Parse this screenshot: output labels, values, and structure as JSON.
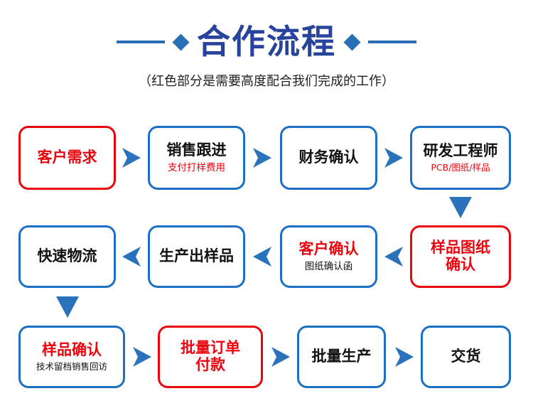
{
  "header": {
    "title": "合作流程",
    "subtitle": "（红色部分是需要高度配合我们完成的工作）",
    "left_rule": "horizontal-rule",
    "left_diamond": "diamond-ornament",
    "right_diamond": "diamond-ornament",
    "right_rule": "horizontal-rule"
  },
  "colors": {
    "title_blue": "#27439b",
    "accent_blue": "#2a6fb5",
    "border_blue": "#1d6fc4",
    "red": "#e8060f",
    "arrow_blue": "#2a72bb",
    "text_black": "#111111",
    "page_background": "#ffffff"
  },
  "flow": {
    "rows": [
      {
        "name": "row-1",
        "nodes": [
          {
            "main": "客户需求",
            "sub": "",
            "border": "red",
            "main_color": "red",
            "sub_color": "red"
          },
          {
            "main": "销售跟进",
            "sub": "支付打样费用",
            "border": "blue",
            "main_color": "black",
            "sub_color": "red"
          },
          {
            "main": "财务确认",
            "sub": "",
            "border": "blue",
            "main_color": "black",
            "sub_color": "black"
          },
          {
            "main": "研发工程师",
            "sub": "PCB/图纸/样品",
            "border": "blue",
            "main_color": "black",
            "sub_color": "red"
          }
        ]
      },
      {
        "name": "row-2",
        "nodes": [
          {
            "main": "快速物流",
            "sub": "",
            "border": "blue",
            "main_color": "black",
            "sub_color": "black"
          },
          {
            "main": "生产出样品",
            "sub": "",
            "border": "blue",
            "main_color": "black",
            "sub_color": "black"
          },
          {
            "main": "客户确认",
            "sub": "图纸确认函",
            "border": "blue",
            "main_color": "red",
            "sub_color": "black"
          },
          {
            "main": "样品图纸\n确认",
            "sub": "",
            "border": "red",
            "main_color": "red",
            "sub_color": "red"
          }
        ]
      },
      {
        "name": "row-3",
        "nodes": [
          {
            "main": "样品确认",
            "sub": "技术留档销售回访",
            "border": "blue",
            "main_color": "red",
            "sub_color": "black"
          },
          {
            "main": "批量订单\n付款",
            "sub": "",
            "border": "red",
            "main_color": "red",
            "sub_color": "red"
          },
          {
            "main": "批量生产",
            "sub": "",
            "border": "blue",
            "main_color": "black",
            "sub_color": "black"
          },
          {
            "main": "交货",
            "sub": "",
            "border": "blue",
            "main_color": "black",
            "sub_color": "black"
          }
        ]
      }
    ],
    "connectors": [
      {
        "name": "arrow-right-1",
        "direction": "right"
      },
      {
        "name": "arrow-right-2",
        "direction": "right"
      },
      {
        "name": "arrow-right-3",
        "direction": "right"
      },
      {
        "name": "arrow-down-1",
        "direction": "down"
      },
      {
        "name": "arrow-left-1",
        "direction": "left"
      },
      {
        "name": "arrow-left-2",
        "direction": "left"
      },
      {
        "name": "arrow-left-3",
        "direction": "left"
      },
      {
        "name": "arrow-down-2",
        "direction": "down"
      },
      {
        "name": "arrow-right-4",
        "direction": "right"
      },
      {
        "name": "arrow-right-5",
        "direction": "right"
      },
      {
        "name": "arrow-right-6",
        "direction": "right"
      }
    ]
  }
}
